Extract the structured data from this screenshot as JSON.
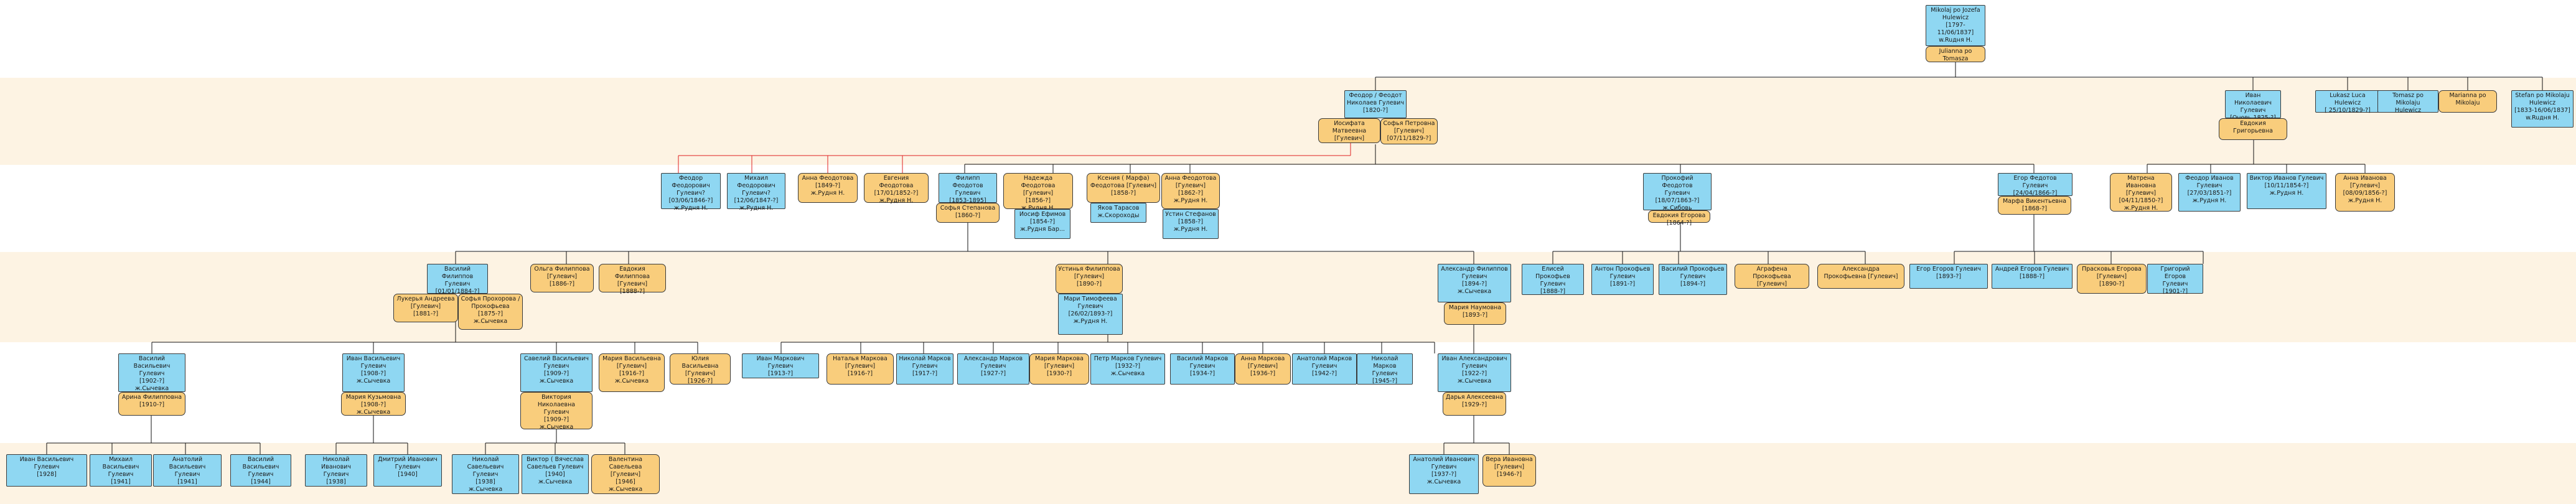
{
  "colors": {
    "male": "#8fd7f2",
    "female": "#f9cd7c",
    "band_alt": "#fdf3e3",
    "line": "#111111",
    "line_red": "#e02020"
  },
  "people": {
    "p_mikolaj": "Mikolaj po Jozefa\nHulewicz\n[1797-11/06/1837]\nw.Ruдня Н.",
    "p_julianna": "Julianna po Tomasza",
    "p_feodor": "Феодор / Феодот\nНиколаев Гулевич\n[1820-?]",
    "p_iosifata": "Иосифата Матвеевна\n[Гулевич]",
    "p_sofia_p": "Софья Петровна\n[Гулевич]\n[07/11/1829-?]",
    "p_ivan_n": "Иван Николаевич\nГулевич\n[Оновь 1825-?]",
    "p_evdokia_g": "Евдокия Григорьевна",
    "p_lukasz": "Lukasz Luca Hulewicz\n[ 25/10/1829-?]",
    "p_tomasz": "Tomasz po Mikolaju\nHulewicz",
    "p_marianna": "Marianna po Mikolaju",
    "p_stefan": "Stefan po Mikolaju\nHulewicz\n[1833-16/06/1837]\nw.Ruдня Н.",
    "p_feodor_f": "Феодор Феодорович\nГулевич?\n[03/06/1846-?]\nж.Рудня Н.",
    "p_mikhail_f": "Михаил Феодорович\nГулевич?\n[12/06/1847-?]\nж.Рудня Н.",
    "p_anna_f1": "Анна Феодотова\n[1849-?]\nж.Рудня Н.",
    "p_evgenia_f": "Евгения Феодотова\n[17/01/1852-?]\nж.Рудня Н.",
    "p_filipp": "Филипп Феодотов\nГулевич\n[1853-1895]",
    "p_sofia_st": "Софья Степанова\n[1860-?]",
    "p_nadezhda": "Надежда Феодотова\n[Гулевич]\n[1856-?]\nж.Рудня Н.",
    "p_iosif": "Иосиф Ефимов\n[1854-?]\nж.Рудня Бар...",
    "p_ksenia": "Ксения ( Марфа)\nФеодотова [Гулевич]\n[1858-?]",
    "p_yakov": "Яков Тарасов\nж.Скороходы",
    "p_anna_f2": "Анна Феодотова\n[Гулевич]\n[1862-?]\nж.Рудня Н.",
    "p_ustin_st": "Устин Стефанов\n[1858-?]\nж.Рудня Н.",
    "p_prokofy": "Прокофий Феодотов\nГулевич\n[18/07/1863-?]\nж.Сибовь",
    "p_evdokia_e": "Евдокия Егорова\n[1864-?]",
    "p_egor_f": "Егор Федотов Гулевич\n[24/04/1866-?]",
    "p_marfa_v": "Марфа Викентьевна\n[1868-?]",
    "p_matrena": "Матрена Ивановна\n[Гулевич]\n[04/11/1850-?]\nж.Рудня Н.",
    "p_feodor_i": "Феодор Иванов\nГулевич\n[27/03/1851-?]\nж.Рудня Н.",
    "p_viktor_i": "Виктор Иванов Гулевич\n[10/11/1854-?]\nж.Рудня Н.",
    "p_anna_i": "Анна Иванова\n[Гулевич]\n[08/09/1856-?]\nж.Рудня Н.",
    "p_vasily_f": "Василий Филиппов\nГулевич\n[01/01/1884-?]",
    "p_lukeria": "Лукерья Андреева\n[Гулевич]\n[1881-?]",
    "p_sofia_pr": "Софья Прохорова /\nПрокофьева\n[1875-?]\nж.Сычевка",
    "p_olga_f": "Ольга Филиппова\n[Гулевич]\n[1886-?]",
    "p_evdokia_f": "Евдокия Филиппова\n[Гулевич]\n[1888-?]",
    "p_ustinya": "Устинья Филиппова\n[Гулевич]\n[1890-?]",
    "p_maria_t": "Мари Тимофеева\nГулевич\n[26/02/1893-?]\nж.Рудня Н.",
    "p_aleksandr_f": "Александр Филиппов\nГулевич\n[1894-?]\nж.Сычевка",
    "p_maria_n": "Мария Наумовна\n[1893-?]",
    "p_elisey": "Елисей Прокофьев\nГулевич\n[1888-?]",
    "p_anton_pr": "Антон Прокофьев\nГулевич\n[1891-?]",
    "p_vasily_pr": "Василий Прокофьев\nГулевич\n[1894-?]",
    "p_agrafena": "Аграфена Прокофьева\n[Гулевич]",
    "p_aleksandra_pr": "Александра\nПрокофьевна [Гулевич]",
    "p_egor_e": "Егор Егоров Гулевич\n[1893-?]",
    "p_andrey_e": "Андрей Егоров Гулевич\n[1888-?]",
    "p_praskovya": "Прасковья Егорова\n[Гулевич]\n[1890-?]",
    "p_grigory_e": "Григорий Егоров\nГулевич\n[1901-?]",
    "p_vasily_v": "Василий Васильевич\nГулевич\n[1902-?]\nж.Сычевка",
    "p_arina": "Арина Филипповна\n[1910-?]",
    "p_ivan_v": "Иван Васильевич\nГулевич\n[1908-?]\nж.Сычевка",
    "p_maria_k": "Мария Кузьмовна\n[1908-?]\nж.Сычевка",
    "p_savely": "Савелий Васильевич\nГулевич\n[1909-?]\nж.Сычевка",
    "p_viktoria": "Виктория Николаевна\nГулевич\n[1909-?]\nж.Сычевка",
    "p_maria_v": "Мария Васильевна\n[Гулевич]\n[1916-?]\nж.Сычевка",
    "p_yulia_v": "Юлия Васильевна\n[Гулевич]\n[1926-?]",
    "p_ivan_m": "Иван Маркович Гулевич\n[1913-?]",
    "p_natalia_m": "Наталья Маркова\n[Гулевич]\n[1916-?]",
    "p_nikolay_m": "Николай Марков\nГулевич\n[1917-?]",
    "p_aleksandr_m": "Александр Марков\nГулевич\n[1927-?]",
    "p_maria_m": "Мария Маркова\n[Гулевич]\n[1930-?]",
    "p_petr_m": "Петр Марков Гулевич\n[1932-?]\nж.Сычевка",
    "p_vasily_m": "Василий Марков\nГулевич\n[1934-?]",
    "p_anna_m": "Анна Маркова\n[Гулевич]\n[1936-?]",
    "p_anatoly_m": "Анатолий Марков\nГулевич\n[1942-?]",
    "p_nikolay_m2": "Николай Марков\nГулевич\n[1945-?]",
    "p_ivan_a": "Иван Александрович\nГулевич\n[1922-?]\nж.Сычевка",
    "p_darya": "Дарья Алексеевна\n[1929-?]",
    "p_ivan_vv": "Иван Васильевич Гулевич\n[1928]",
    "p_mikhail_vv": "Михаил Васильевич\nГулевич\n[1941]",
    "p_anatoly_vv": "Анатолий Васильевич\nГулевич\n[1941]",
    "p_vasily_vv": "Василий Васильевич\nГулевич\n[1944]",
    "p_nikolay_iv": "Николай Иванович\nГулевич\n[1938]",
    "p_dmitry_iv": "Дмитрий Иванович\nГулевич\n[1940]",
    "p_nikolay_sv": "Николай Савельевич\nГулевич\n[1938]\nж.Сычевка",
    "p_viktor_sv": "Виктор ( Вячеслав\nСавельев Гулевич\n[1940]\nж.Сычевка",
    "p_valentina_sv": "Валентина Савельева\n[Гулевич]\n[1946]\nж.Сычевка",
    "p_anatoly_iv": "Анатолий Иванович\nГулевич\n[1937-?]\nж.Сычевка",
    "p_vera_iv": "Вера Ивановна\n[Гулевич]\n[1946-?]"
  }
}
